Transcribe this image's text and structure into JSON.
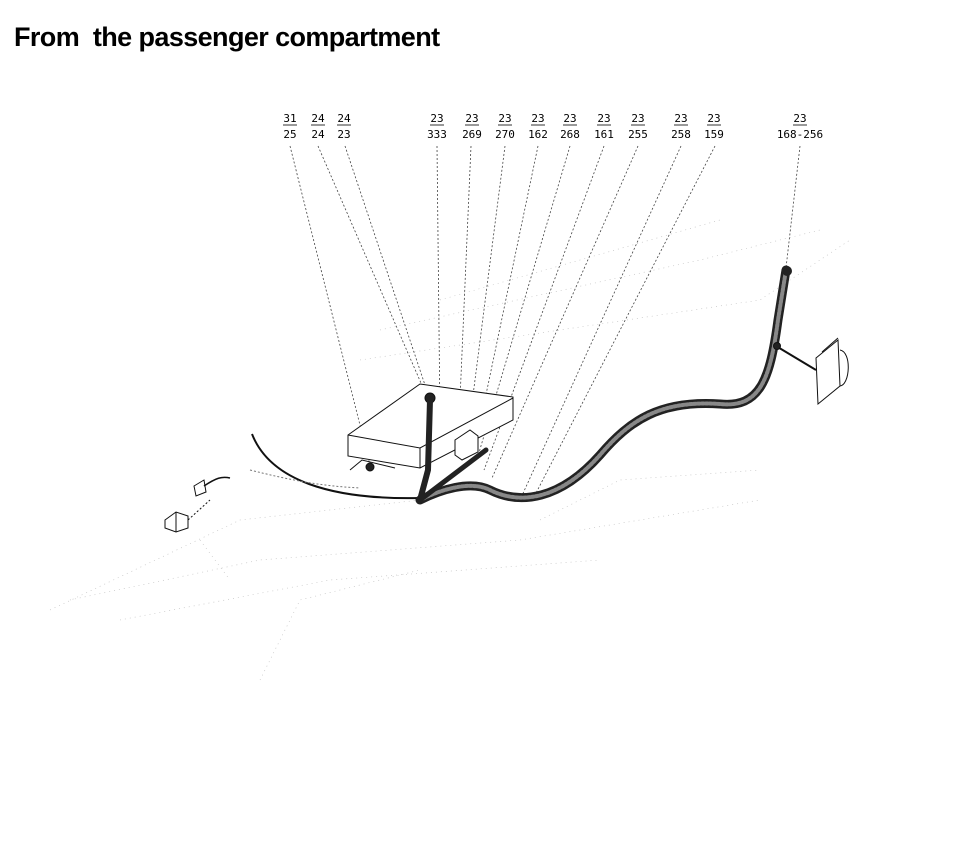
{
  "title": "From  the passenger compartment",
  "callouts": [
    {
      "id": "c1",
      "top": "31",
      "bottom": "25"
    },
    {
      "id": "c2",
      "top": "24",
      "bottom": "24"
    },
    {
      "id": "c3",
      "top": "24",
      "bottom": "23"
    },
    {
      "id": "c4",
      "top": "23",
      "bottom": "333"
    },
    {
      "id": "c5",
      "top": "23",
      "bottom": "269"
    },
    {
      "id": "c6",
      "top": "23",
      "bottom": "270"
    },
    {
      "id": "c7",
      "top": "23",
      "bottom": "162"
    },
    {
      "id": "c8",
      "top": "23",
      "bottom": "268"
    },
    {
      "id": "c9",
      "top": "23",
      "bottom": "161"
    },
    {
      "id": "c10",
      "top": "23",
      "bottom": "255"
    },
    {
      "id": "c11",
      "top": "23",
      "bottom": "258"
    },
    {
      "id": "c12",
      "top": "23",
      "bottom": "159"
    },
    {
      "id": "c13",
      "top": "23",
      "bottom": "168-256"
    }
  ],
  "colors": {
    "line": "#111111",
    "harness": "#555555",
    "background": "#ffffff"
  }
}
